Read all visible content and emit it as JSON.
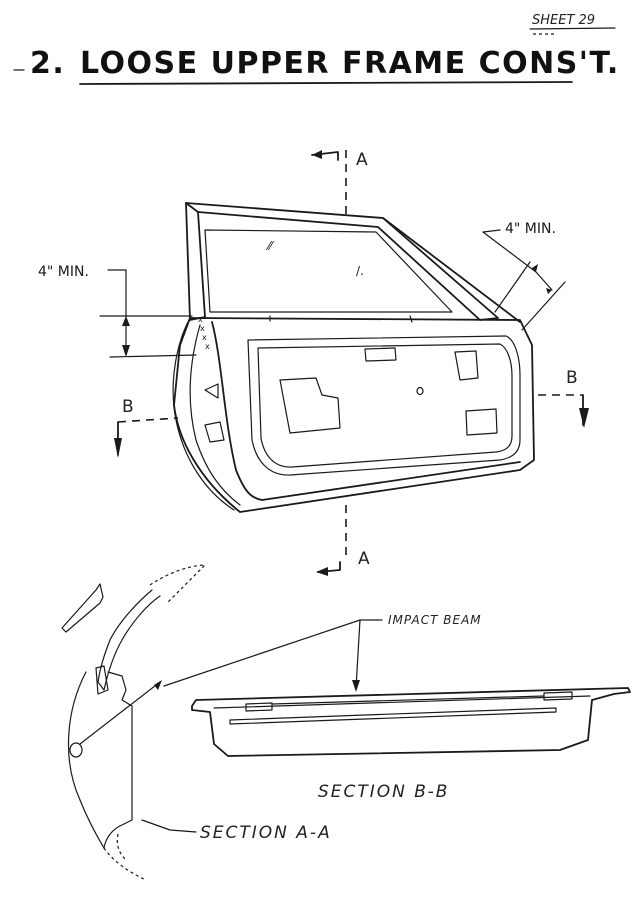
{
  "sheet": {
    "label": "SHEET 29"
  },
  "title": {
    "number": "2.",
    "text": "LOOSE UPPER FRAME CONS'T."
  },
  "labels": {
    "dim_left": "4\" MIN.",
    "dim_right": "4\" MIN.",
    "section_a_top": "A",
    "section_a_bottom": "A",
    "section_b_left": "B",
    "section_b_right": "B",
    "impact_beam": "IMPACT BEAM",
    "section_bb": "SECTION B-B",
    "section_aa": "SECTION A-A",
    "window_mark_1": "⁄⁄",
    "window_mark_2": "/."
  }
}
